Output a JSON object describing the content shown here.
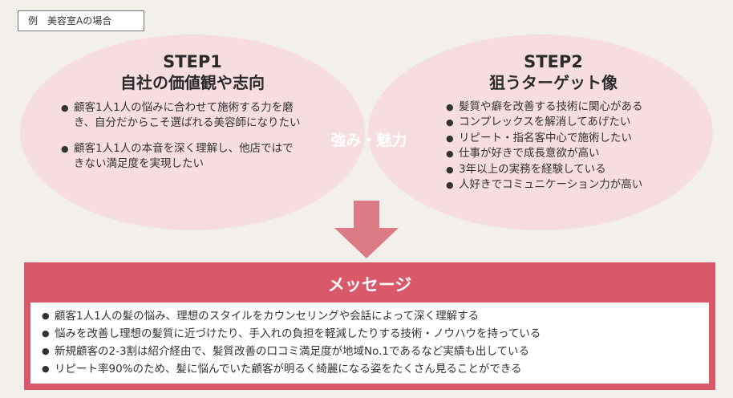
{
  "example_tag": "例　美容室Aの場合",
  "step1": {
    "title_line1": "STEP1",
    "title_line2": "自社の価値観や志向",
    "items": [
      "顧客1人1人の悩みに合わせて施術する力を磨き、自分だからこそ選ばれる美容師になりたい",
      "顧客1人1人の本音を深く理解し、他店ではできない満足度を実現したい"
    ]
  },
  "step2": {
    "title_line1": "STEP2",
    "title_line2": "狙うターゲット像",
    "items": [
      "髪質や癖を改善する技術に関心がある",
      "コンプレックスを解消してあげたい",
      "リピート・指名客中心で施術したい",
      "仕事が好きで成長意欲が高い",
      "3年以上の実務を経験している",
      "人好きでコミュニケーション力が高い"
    ]
  },
  "overlap_label": "強み・魅力",
  "message": {
    "title": "メッセージ",
    "items": [
      "顧客1人1人の髪の悩み、理想のスタイルをカウンセリングや会話によって深く理解する",
      "悩みを改善し理想の髪質に近づけたり、手入れの負担を軽減したりする技術・ノウハウを持っている",
      "新規顧客の2-3割は紹介経由で、髪質改善の口コミ満足度が地域No.1であるなど実績も出している",
      "リピート率90%のため、髪に悩んでいた顧客が明るく綺麗になる姿をたくさん見ることができる"
    ]
  },
  "colors": {
    "ellipse_fill": "#f6dde0",
    "overlap_fill": "#d97482",
    "arrow_fill": "#dc7a86",
    "message_fill": "#d9596b"
  }
}
